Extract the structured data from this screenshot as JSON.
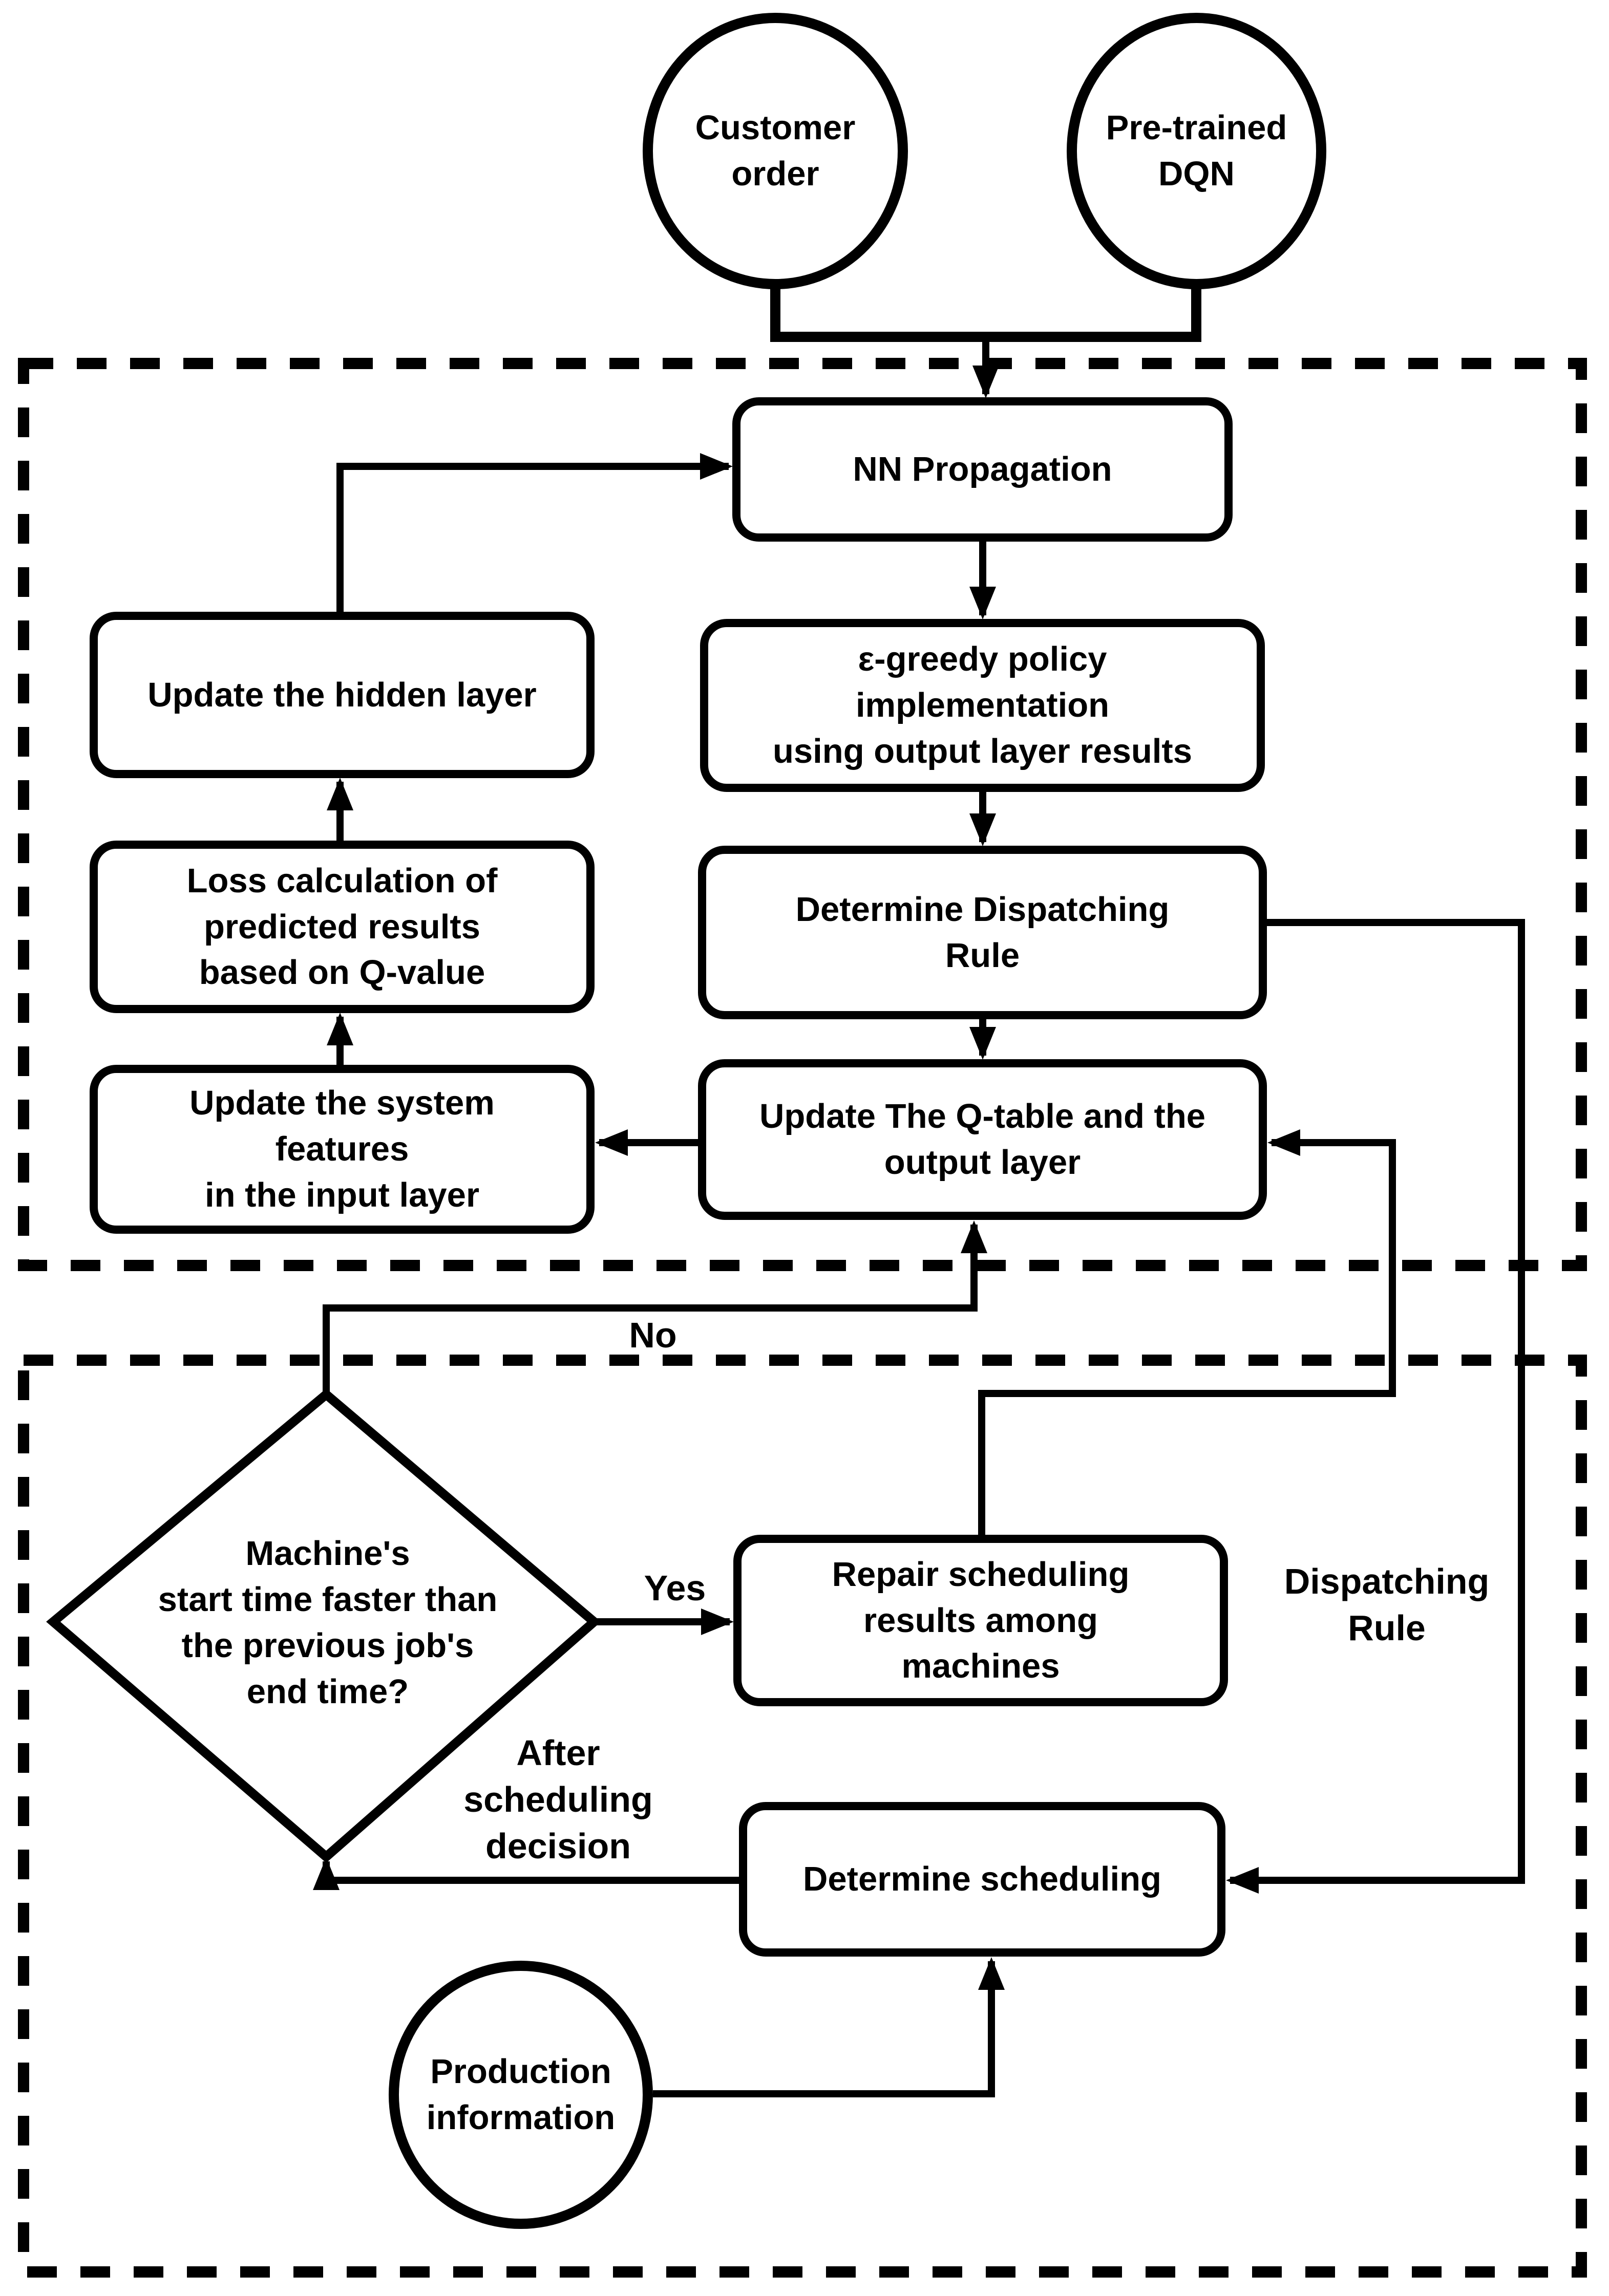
{
  "diagram": {
    "colors": {
      "line": "#000000",
      "background": "#ffffff"
    },
    "nodes": {
      "customer_order": {
        "label": "Customer\norder"
      },
      "pretrained_dqn": {
        "label": "Pre-trained\nDQN"
      },
      "nn_propagation": {
        "label": "NN Propagation"
      },
      "egreedy_policy": {
        "label": "ε-greedy policy\nimplementation\nusing output layer results"
      },
      "determine_dispatching": {
        "label": "Determine Dispatching\nRule"
      },
      "update_qtable": {
        "label": "Update The Q-table and the\noutput layer"
      },
      "update_hidden_layer": {
        "label": "Update the hidden layer"
      },
      "loss_calculation": {
        "label": "Loss calculation of\npredicted results\nbased on Q-value"
      },
      "update_system_features": {
        "label": "Update the system\nfeatures\nin the input layer"
      },
      "decision_machine_time": {
        "label": "Machine's\nstart time faster than\nthe previous job's\nend time?"
      },
      "repair_scheduling": {
        "label": "Repair scheduling\nresults among\nmachines"
      },
      "determine_scheduling": {
        "label": "Determine scheduling"
      },
      "production_information": {
        "label": "Production\ninformation"
      }
    },
    "edge_labels": {
      "no": "No",
      "yes": "Yes",
      "dispatching_rule": "Dispatching\nRule",
      "after_scheduling_decision": "After\nscheduling\ndecision"
    }
  }
}
